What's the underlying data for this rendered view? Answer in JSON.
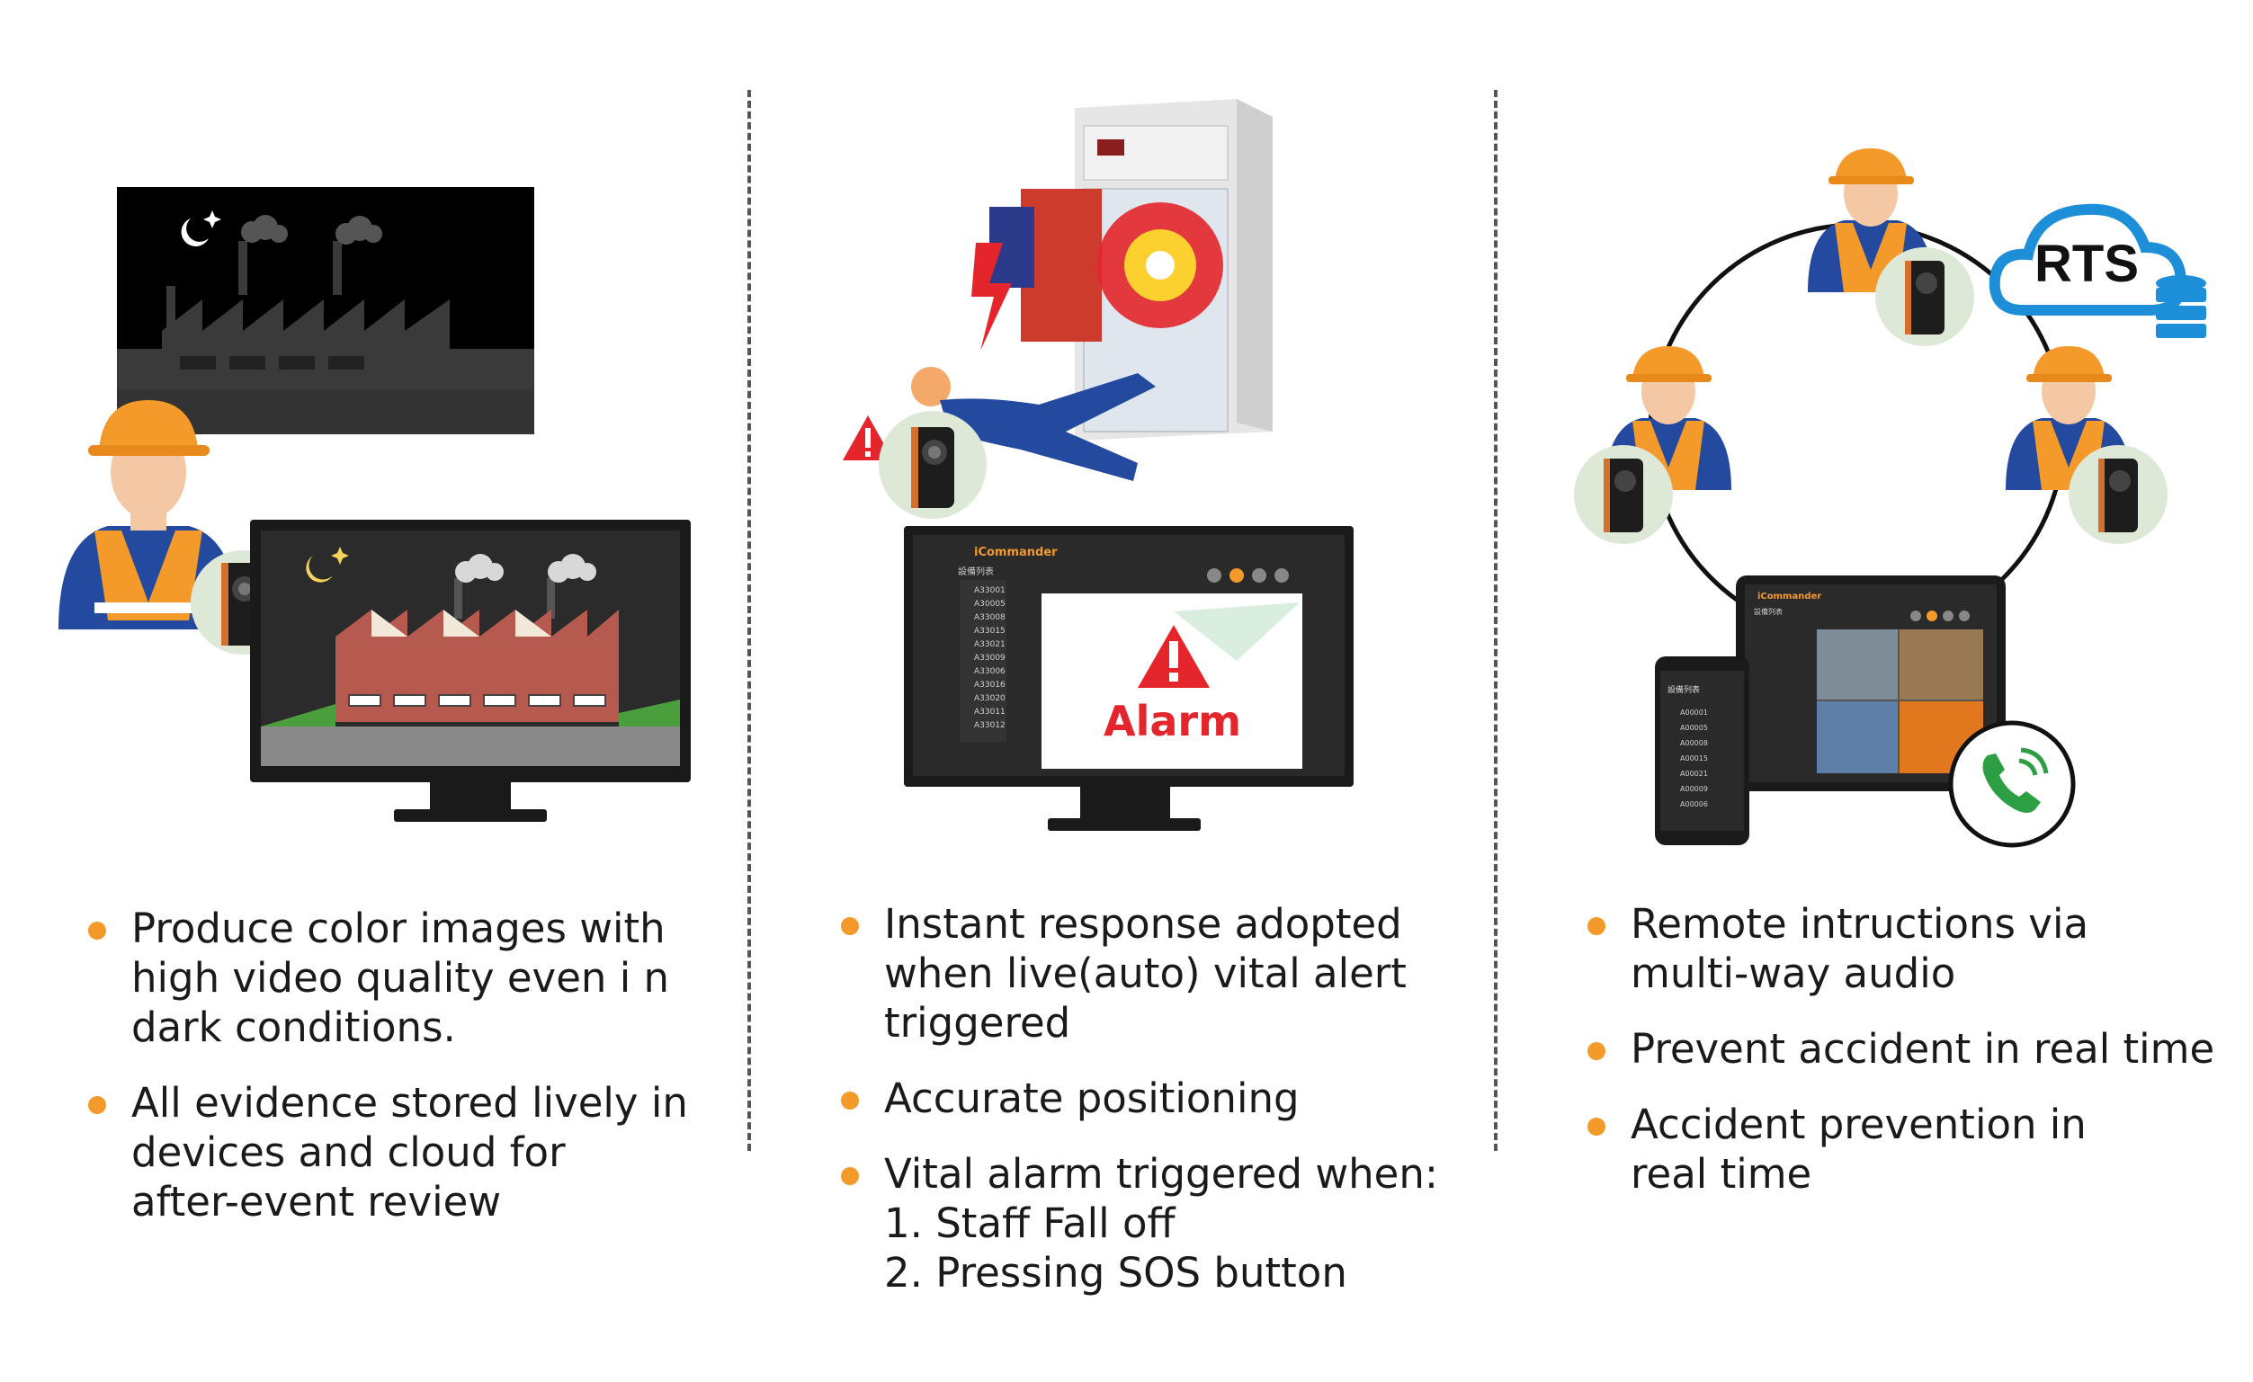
{
  "columns": [
    {
      "bullets": [
        "Produce color images with\nhigh video quality even i n\ndark conditions.",
        "All evidence stored lively in\ndevices and cloud for\nafter-event review"
      ]
    },
    {
      "bullets": [
        "Instant response adopted\nwhen live(auto) vital alert\ntriggered",
        "Accurate positioning",
        "Vital alarm triggered when:\n1. Staff Fall off\n2. Pressing SOS button"
      ],
      "monitor": {
        "app_name": "iCommander",
        "panel_title": "設備列表",
        "alarm_label": "Alarm",
        "device_ids": [
          "A33001",
          "A30005",
          "A33008",
          "A33015",
          "A33021",
          "A33009",
          "A33006",
          "A33016",
          "A33020",
          "A33011",
          "A33012"
        ]
      }
    },
    {
      "bullets": [
        "Remote intructions via\nmulti-way audio",
        "Prevent accident in real time",
        "Accident prevention in\nreal time"
      ],
      "cloud_label": "RTS",
      "tablet_app_name": "iCommander",
      "tablet_panel_title": "設備列表",
      "phone_panel_title": "設備列表",
      "phone_device_ids": [
        "A00001",
        "A00005",
        "A00008",
        "A00015",
        "A00021",
        "A00009",
        "A00006"
      ]
    }
  ],
  "colors": {
    "accent_orange": "#f39a2b",
    "alarm_red": "#e4252b",
    "cloud_blue": "#1d8fd9"
  }
}
